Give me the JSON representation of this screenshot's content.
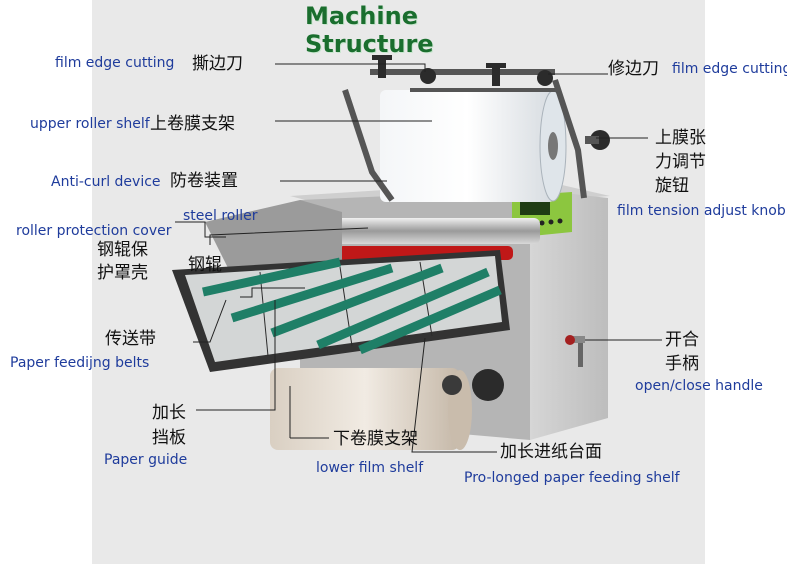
{
  "title": "Machine Structure",
  "labels": {
    "film_edge_cutting_left_en": "film edge cutting",
    "film_edge_cutting_left_cn": "撕边刀",
    "film_edge_cutting_right_cn": "修边刀",
    "film_edge_cutting_right_en": "film edge cutting",
    "upper_roller_shelf_en": "upper roller shelf",
    "upper_roller_shelf_cn": "上卷膜支架",
    "film_tension_cn_1": "上膜张",
    "film_tension_cn_2": "力调节",
    "film_tension_cn_3": "旋钮",
    "film_tension_en": "film tension adjust knob",
    "anti_curl_en": "Anti-curl device",
    "anti_curl_cn": "防卷装置",
    "steel_roller_en": "steel roller",
    "steel_roller_cn": "钢辊",
    "roller_protection_en": "roller protection cover",
    "roller_protection_cn_1": "钢辊保",
    "roller_protection_cn_2": "护罩壳",
    "paper_feeding_belts_cn": "传送带",
    "paper_feeding_belts_en": "Paper feedijng belts",
    "open_close_cn_1": "开合",
    "open_close_cn_2": "手柄",
    "open_close_en": "open/close handle",
    "paper_guide_cn_1": "加长",
    "paper_guide_cn_2": "挡板",
    "paper_guide_en": "Paper guide",
    "lower_film_shelf_cn": "下卷膜支架",
    "lower_film_shelf_en": "lower film shelf",
    "feeding_shelf_cn": "加长进纸台面",
    "feeding_shelf_en": "Pro-longed paper feeding shelf"
  }
}
